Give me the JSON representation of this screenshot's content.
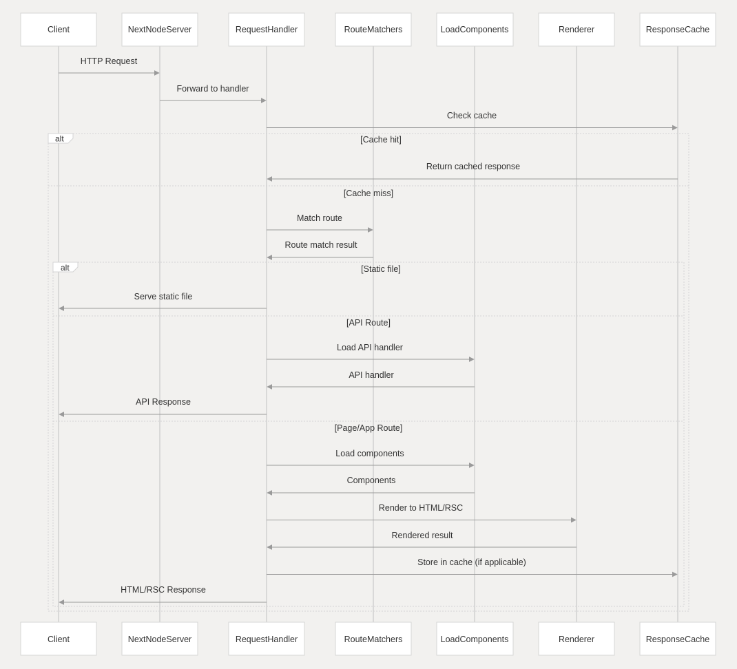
{
  "participants": [
    "Client",
    "NextNodeServer",
    "RequestHandler",
    "RouteMatchers",
    "LoadComponents",
    "Renderer",
    "ResponseCache"
  ],
  "messages": [
    {
      "from": "Client",
      "to": "NextNodeServer",
      "label": "HTTP Request"
    },
    {
      "from": "NextNodeServer",
      "to": "RequestHandler",
      "label": "Forward to handler"
    },
    {
      "from": "RequestHandler",
      "to": "ResponseCache",
      "label": "Check cache"
    },
    {
      "from": "ResponseCache",
      "to": "RequestHandler",
      "label": "Return cached response"
    },
    {
      "from": "RequestHandler",
      "to": "RouteMatchers",
      "label": "Match route"
    },
    {
      "from": "RouteMatchers",
      "to": "RequestHandler",
      "label": "Route match result"
    },
    {
      "from": "RequestHandler",
      "to": "Client",
      "label": "Serve static file"
    },
    {
      "from": "RequestHandler",
      "to": "LoadComponents",
      "label": "Load API handler"
    },
    {
      "from": "LoadComponents",
      "to": "RequestHandler",
      "label": "API handler"
    },
    {
      "from": "RequestHandler",
      "to": "Client",
      "label": "API Response"
    },
    {
      "from": "RequestHandler",
      "to": "LoadComponents",
      "label": "Load components"
    },
    {
      "from": "LoadComponents",
      "to": "RequestHandler",
      "label": "Components"
    },
    {
      "from": "RequestHandler",
      "to": "Renderer",
      "label": "Render to HTML/RSC"
    },
    {
      "from": "Renderer",
      "to": "RequestHandler",
      "label": "Rendered result"
    },
    {
      "from": "RequestHandler",
      "to": "ResponseCache",
      "label": "Store in cache (if applicable)"
    },
    {
      "from": "RequestHandler",
      "to": "Client",
      "label": "HTML/RSC Response"
    }
  ],
  "fragments": [
    {
      "type": "alt",
      "conditions": [
        "[Cache hit]",
        "[Cache miss]"
      ]
    },
    {
      "type": "alt",
      "conditions": [
        "[Static file]",
        "[API Route]",
        "[Page/App Route]"
      ]
    }
  ],
  "colors": {
    "background": "#f2f1ef",
    "actor_fill": "#ffffff",
    "actor_border": "#d6d6d6",
    "lifeline": "#c9c9c9",
    "arrow": "#9a9a9a",
    "text": "#333333"
  }
}
